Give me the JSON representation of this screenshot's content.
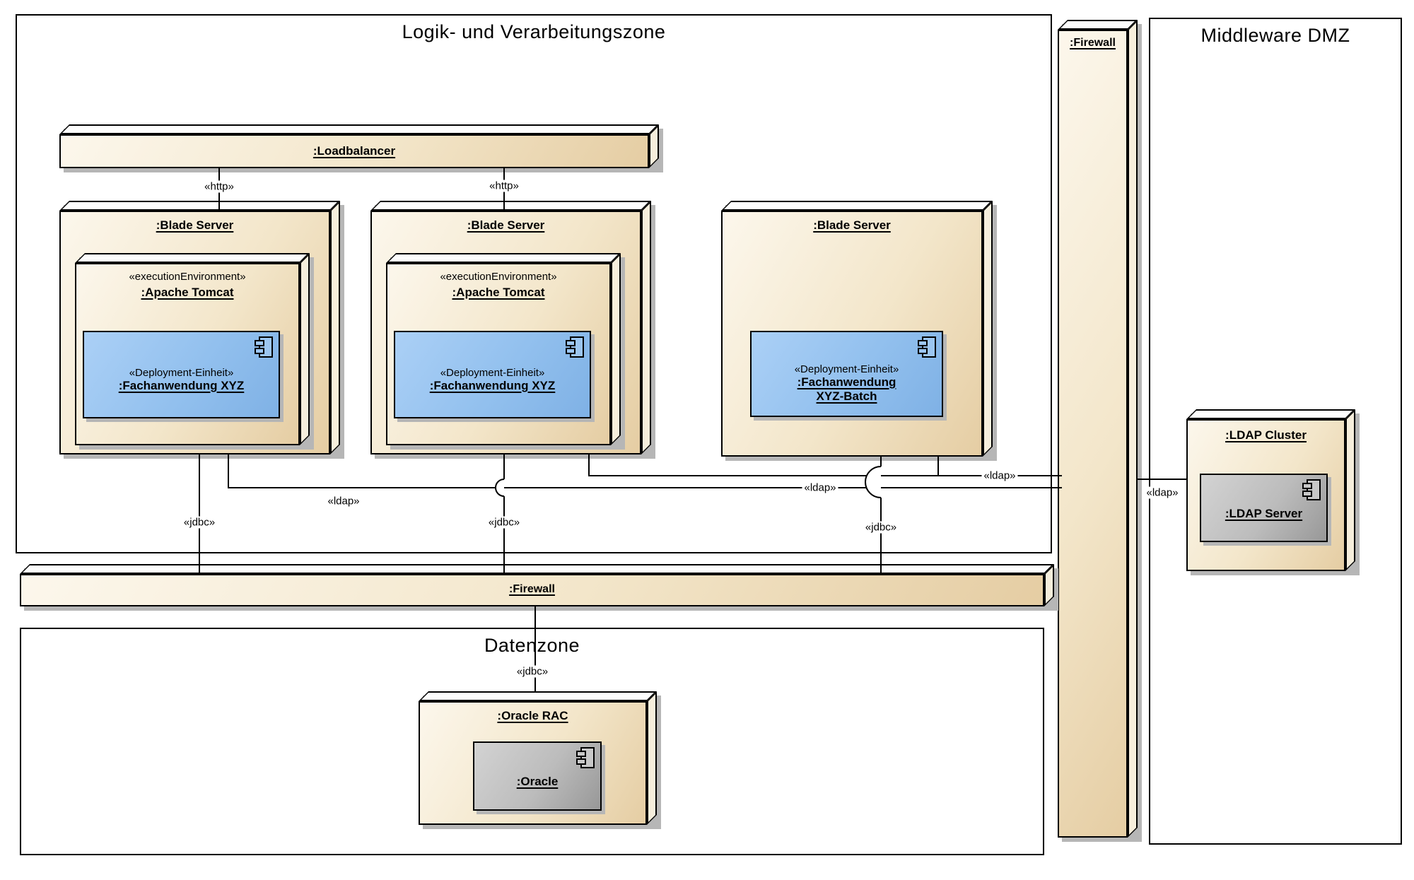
{
  "zones": {
    "logic": {
      "title": "Logik- und Verarbeitungszone"
    },
    "dmz": {
      "title": "Middleware DMZ"
    },
    "data": {
      "title": "Datenzone"
    }
  },
  "nodes": {
    "loadbalancer": {
      "label": ":Loadbalancer"
    },
    "blade1": {
      "label": ":Blade Server"
    },
    "blade2": {
      "label": ":Blade Server"
    },
    "blade3": {
      "label": ":Blade Server"
    },
    "tomcat1": {
      "stereotype": "«executionEnvironment»",
      "label": ":Apache Tomcat"
    },
    "tomcat2": {
      "stereotype": "«executionEnvironment»",
      "label": ":Apache Tomcat"
    },
    "app1": {
      "stereotype": "«Deployment-Einheit»",
      "label": ":Fachanwendung XYZ"
    },
    "app2": {
      "stereotype": "«Deployment-Einheit»",
      "label": ":Fachanwendung XYZ"
    },
    "app3": {
      "stereotype": "«Deployment-Einheit»",
      "label_line1": ":Fachanwendung",
      "label_line2": "XYZ-Batch"
    },
    "firewall_v": {
      "label": ":Firewall"
    },
    "firewall_h": {
      "label": ":Firewall"
    },
    "ldap_cluster": {
      "label": ":LDAP Cluster"
    },
    "ldap_server": {
      "label": ":LDAP Server"
    },
    "oracle_rac": {
      "label": ":Oracle RAC"
    },
    "oracle": {
      "label": ":Oracle"
    }
  },
  "connectors": {
    "http1": "«http»",
    "http2": "«http»",
    "jdbc1": "«jdbc»",
    "jdbc2": "«jdbc»",
    "jdbc3": "«jdbc»",
    "jdbc4": "«jdbc»",
    "ldap1": "«ldap»",
    "ldap2": "«ldap»",
    "ldap3": "«ldap»",
    "ldap4": "«ldap»"
  },
  "colors": {
    "node_fill_light": "#fcf7ec",
    "node_fill_dark": "#e5cda3",
    "component_blue_light": "#abd0f6",
    "component_blue_dark": "#7fb1e5",
    "component_gray_light": "#d3d3d3",
    "component_gray_dark": "#989898",
    "outline": "#000000",
    "shadow": "#b6b6b6"
  }
}
